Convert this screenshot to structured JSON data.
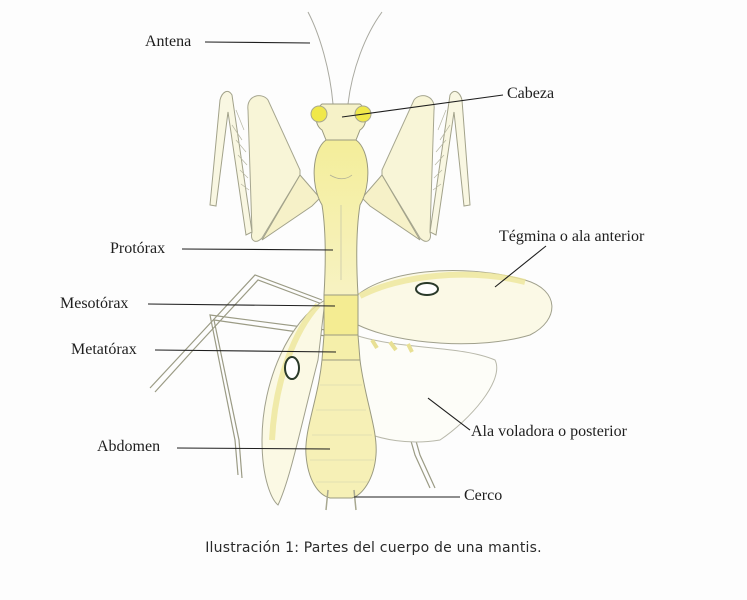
{
  "figure": {
    "subject": "mantis",
    "colors": {
      "background": "#fdfdfd",
      "body_fill": "#f6f0b8",
      "body_highlight": "#f2ea7a",
      "outline": "#9a9a80",
      "leader_line": "#1e1e1e",
      "label_text": "#1e1e1e",
      "eye": "#f0e84a"
    },
    "labels": {
      "antena": "Antena",
      "cabeza": "Cabeza",
      "protorax": "Protórax",
      "tegmina": "Tégmina o ala anterior",
      "mesotorax": "Mesotórax",
      "metatorax": "Metatórax",
      "ala_voladora": "Ala voladora o posterior",
      "abdomen": "Abdomen",
      "cerco": "Cerco"
    },
    "caption": "Ilustración 1: Partes del cuerpo de una mantis."
  }
}
